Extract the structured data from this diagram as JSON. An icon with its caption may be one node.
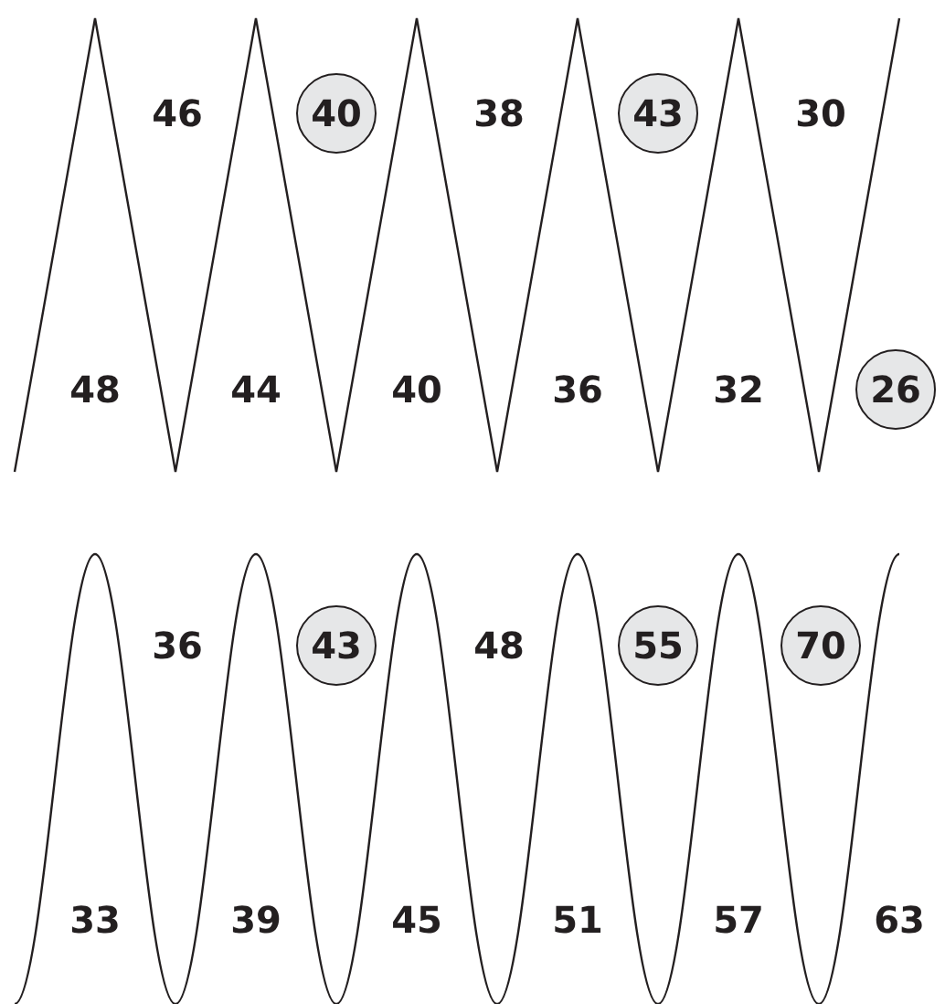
{
  "diagram": {
    "nodes": [
      {
        "text": [
          "40"
        ]
      },
      {
        "text": [
          "43"
        ]
      },
      {
        "text": [
          "26"
        ]
      },
      {
        "text": [
          "43"
        ]
      },
      {
        "text": [
          "55"
        ]
      },
      {
        "text": [
          "70"
        ]
      }
    ],
    "labels": [
      "46",
      "38",
      "30",
      "48",
      "44",
      "40",
      "36",
      "32",
      "36",
      "48",
      "33",
      "39",
      "45",
      "51",
      "57",
      "63"
    ]
  }
}
